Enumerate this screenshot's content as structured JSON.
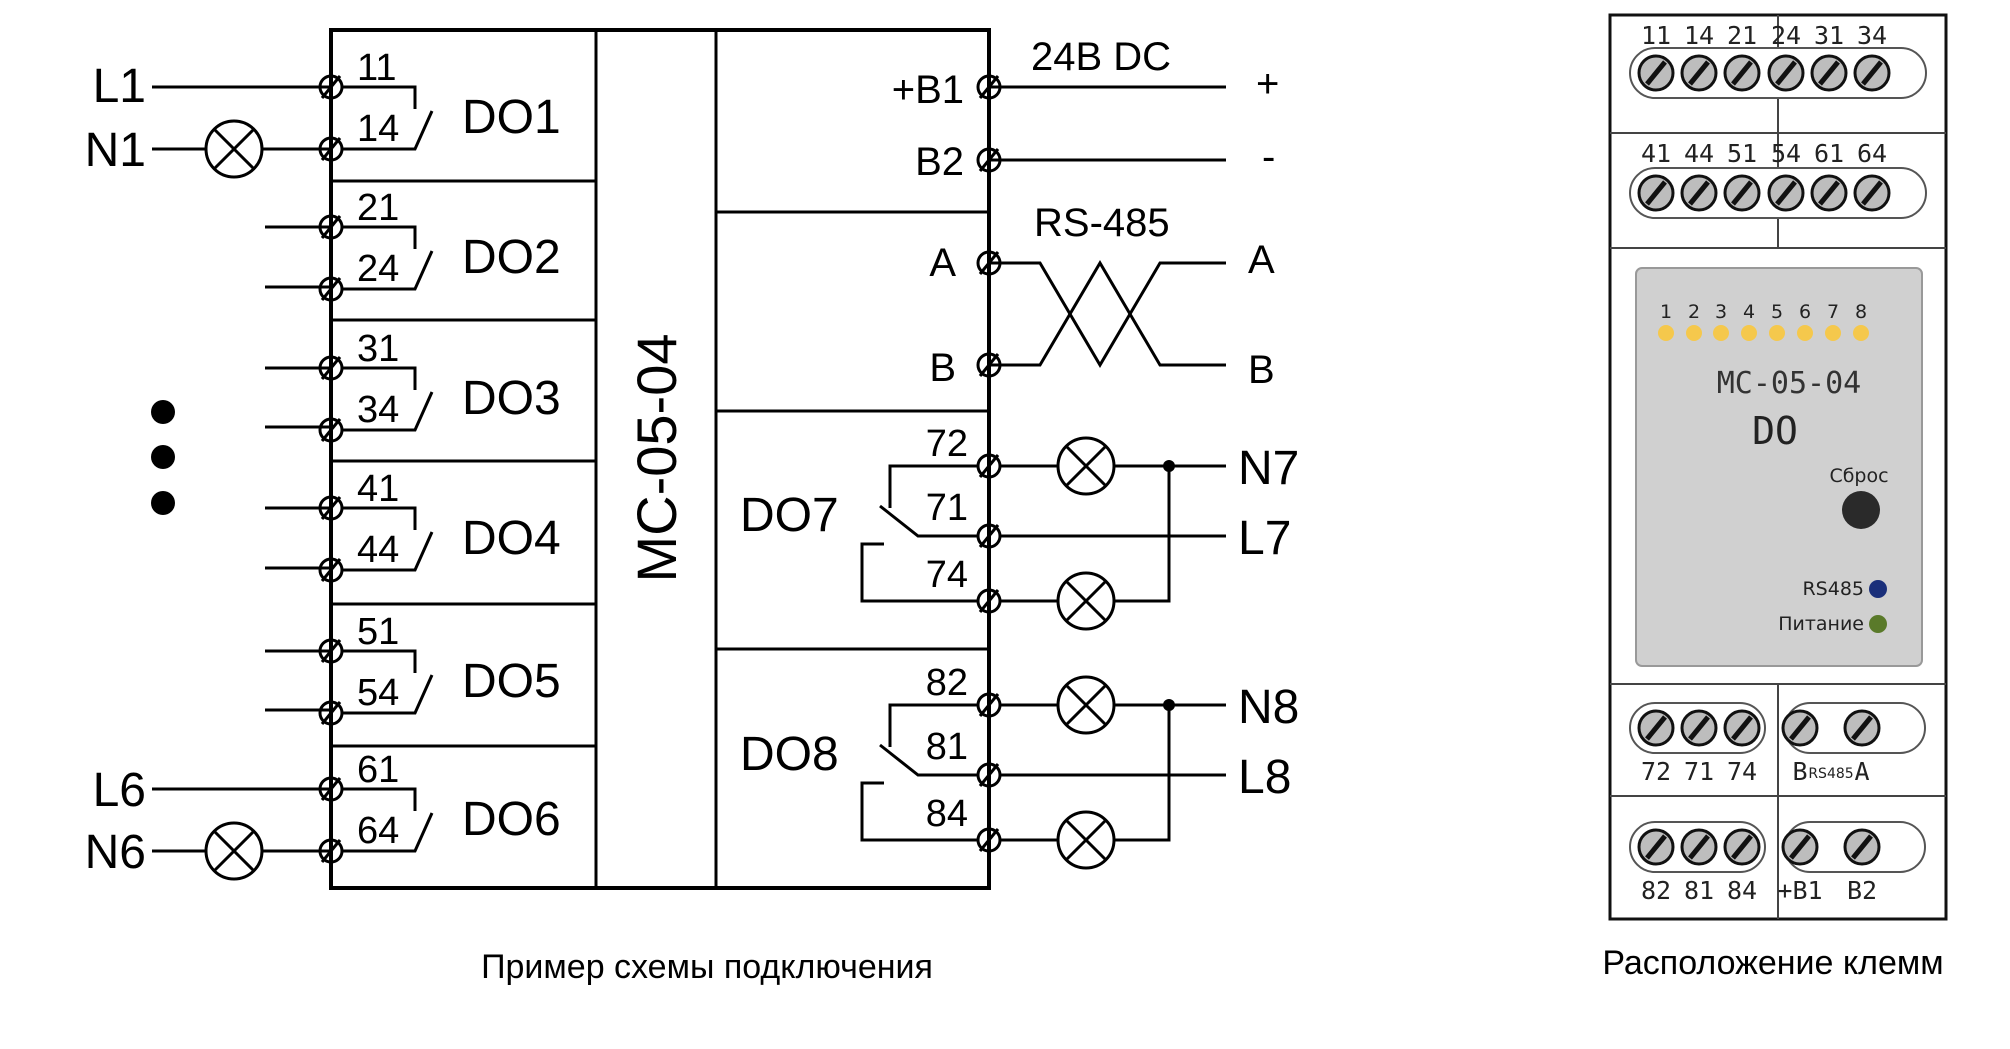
{
  "diagram": {
    "model": "МС-05-04",
    "power": {
      "label": "24В DC",
      "plus_terminal": "+В1",
      "minus_terminal": "В2",
      "plus_sign": "+",
      "minus_sign": "-"
    },
    "rs485": {
      "label": "RS-485",
      "a": "A",
      "b": "B",
      "a_right": "A",
      "b_right": "B"
    },
    "left_outputs": [
      {
        "name": "DO1",
        "t1": "11",
        "t2": "14"
      },
      {
        "name": "DO2",
        "t1": "21",
        "t2": "24"
      },
      {
        "name": "DO3",
        "t1": "31",
        "t2": "34"
      },
      {
        "name": "DO4",
        "t1": "41",
        "t2": "44"
      },
      {
        "name": "DO5",
        "t1": "51",
        "t2": "54"
      },
      {
        "name": "DO6",
        "t1": "61",
        "t2": "64"
      }
    ],
    "left_wires": {
      "l1": "L1",
      "n1": "N1",
      "l6": "L6",
      "n6": "N6"
    },
    "right_outputs": [
      {
        "name": "DO7",
        "t1": "72",
        "t2": "71",
        "t3": "74",
        "n": "N7",
        "l": "L7"
      },
      {
        "name": "DO8",
        "t1": "82",
        "t2": "81",
        "t3": "84",
        "n": "N8",
        "l": "L8"
      }
    ],
    "caption": "Пример схемы подключения"
  },
  "device": {
    "top_row_1": [
      "11",
      "14",
      "21",
      "24",
      "31",
      "34"
    ],
    "top_row_2": [
      "41",
      "44",
      "51",
      "54",
      "61",
      "64"
    ],
    "led_numbers": [
      "1",
      "2",
      "3",
      "4",
      "5",
      "6",
      "7",
      "8"
    ],
    "model": "МС-05-04",
    "type": "DO",
    "reset_label": "Сброс",
    "rs485_label": "RS485",
    "power_label": "Питание",
    "bottom_row_1": [
      "72",
      "71",
      "74",
      "B",
      "A"
    ],
    "bottom_row_1_mid": "RS485",
    "bottom_row_2": [
      "82",
      "81",
      "84",
      "+B1",
      "B2"
    ],
    "caption": "Расположение клемм",
    "colors": {
      "led": "#f5c84c",
      "rs485_led": "#1a2f7a",
      "power_led": "#5a7a2a",
      "panel": "#d0d0d0",
      "button": "#2a2a2a"
    }
  }
}
